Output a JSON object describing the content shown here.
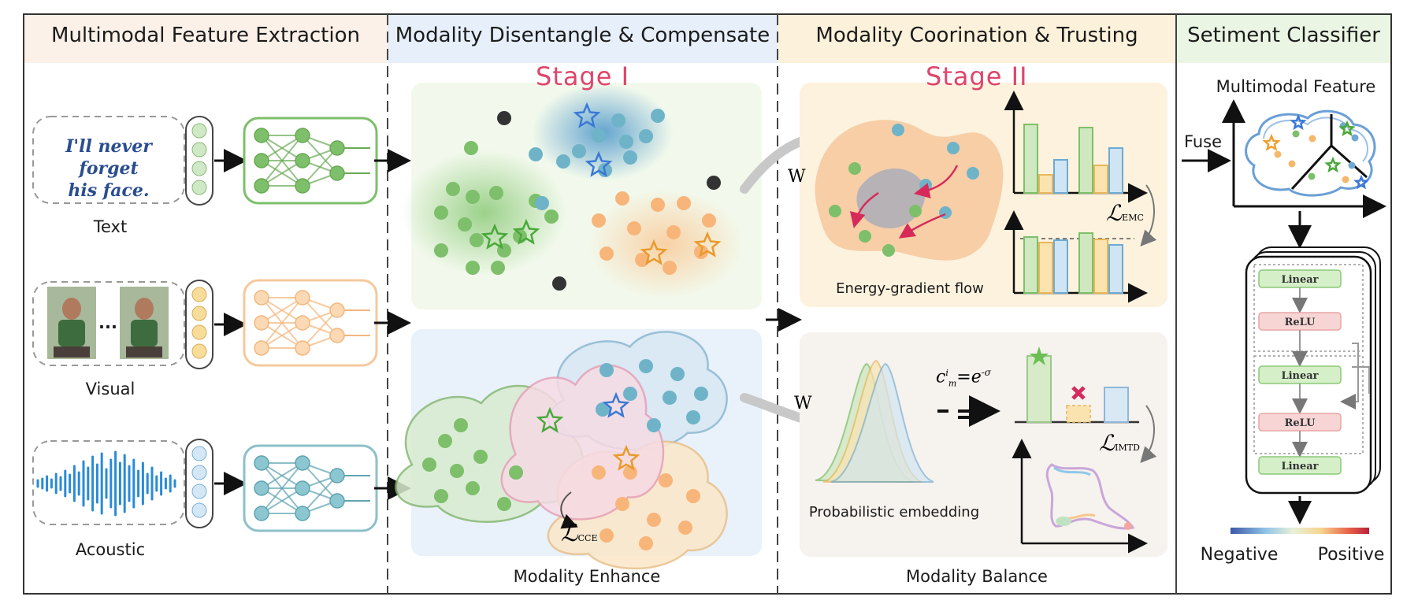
{
  "sections": [
    {
      "title": "Multimodal Feature Extraction"
    },
    {
      "title": "Modality Disentangle & Compensate"
    },
    {
      "title": "Modality Coorination & Trusting"
    },
    {
      "title": "Setiment Classifier"
    }
  ],
  "extraction": {
    "text_sample": "I'll never forget his face.",
    "text_sample_line1": "I'll never forget",
    "text_sample_line2": "his face.",
    "text_label": "Text",
    "visual_label": "Visual",
    "acoustic_label": "Acoustic",
    "ellipsis": "..."
  },
  "stage1": {
    "title": "Stage I",
    "loss_symbol": "ℒ",
    "loss_sub": "CCE",
    "bottom_label": "Modality Enhance"
  },
  "stage2": {
    "title": "Stage II",
    "w_top": "W",
    "w_bottom": "W",
    "flow_label": "Energy-gradient flow",
    "loss_emc_symbol": "ℒ",
    "loss_emc_sub": "EMC",
    "prob_label": "Probabilistic embedding",
    "formula": "cᵢₘ=e^(-σᵢₘ)",
    "formula_c": "c",
    "formula_sup": "i",
    "formula_sub": "m",
    "formula_eq": "=e",
    "formula_exp": "-σ",
    "loss_imtd_symbol": "ℒ",
    "loss_imtd_sub": "IMTD",
    "bottom_label": "Modality Balance"
  },
  "classifier": {
    "feature_label": "Multimodal Feature",
    "fuse_label": "Fuse",
    "layers": [
      "Linear",
      "ReLU",
      "Linear",
      "ReLU",
      "Linear"
    ],
    "negative_label": "Negative",
    "positive_label": "Positive"
  },
  "colors": {
    "green": "#7dbf6a",
    "orange": "#f7b57a",
    "blue": "#6fb3c8",
    "dark": "#333333",
    "pink_title": "#e0456a"
  }
}
